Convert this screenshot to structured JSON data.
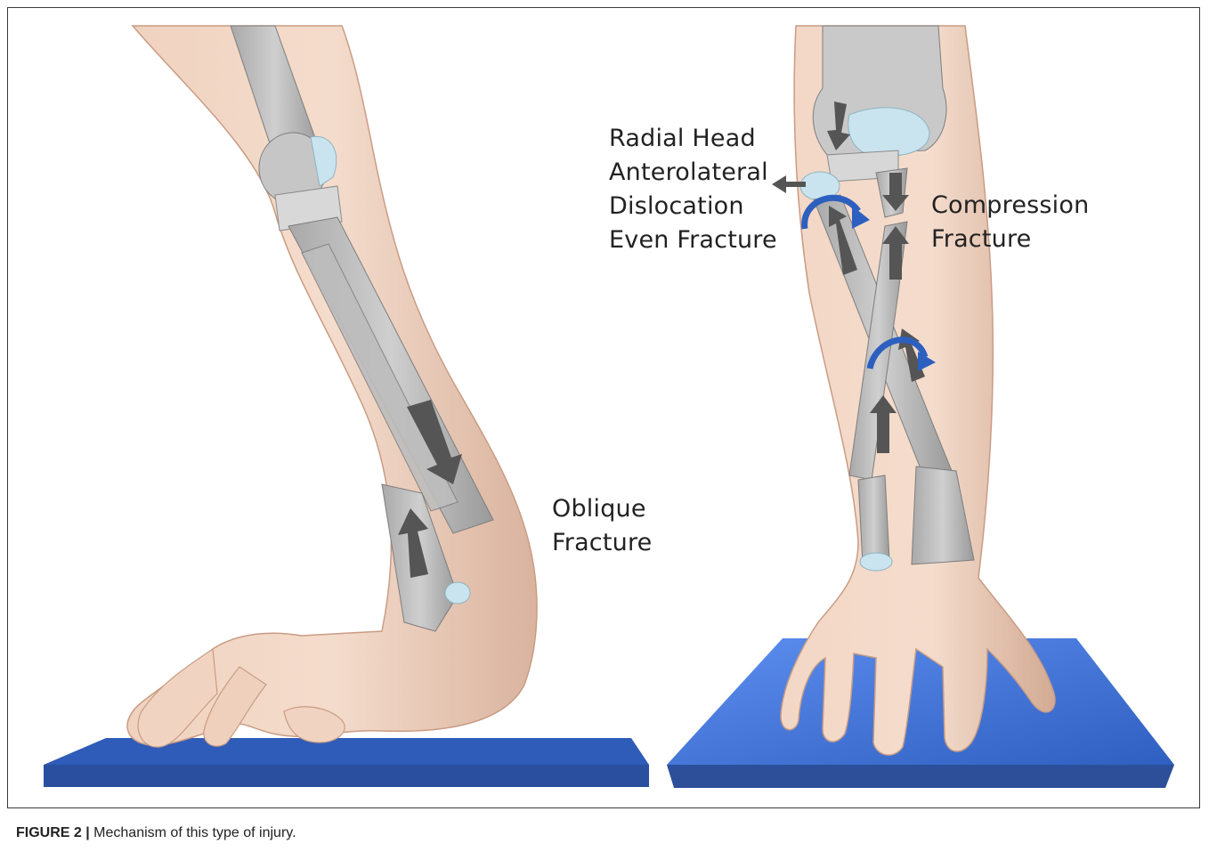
{
  "figure": {
    "labels": {
      "oblique": [
        "Oblique",
        "Fracture"
      ],
      "radial_head": [
        "Radial Head",
        "Anterolateral",
        "Dislocation",
        "Even Fracture"
      ],
      "compression": [
        "Compression",
        "Fracture"
      ]
    },
    "caption": {
      "number": "FIGURE 2 |",
      "text": "Mechanism of this type of injury."
    }
  }
}
